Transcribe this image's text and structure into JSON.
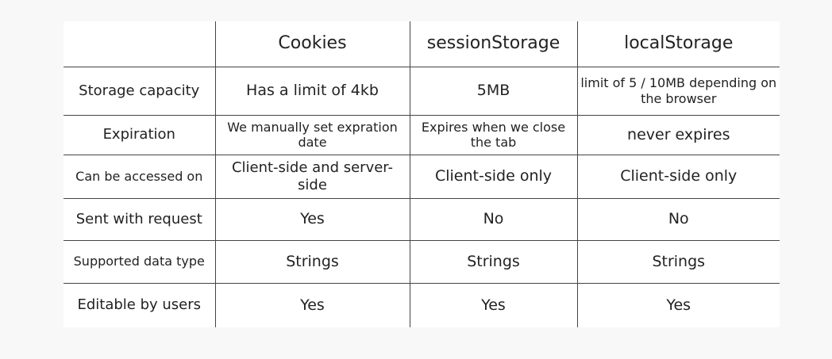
{
  "headers": [
    "",
    "Cookies",
    "sessionStorage",
    "localStorage"
  ],
  "rows": [
    {
      "label": "Storage capacity",
      "cells": [
        "Has a limit of 4kb",
        "5MB",
        "limit of 5 / 10MB depending on the browser"
      ]
    },
    {
      "label": "Expiration",
      "cells": [
        "We manually set expration date",
        "Expires  when we close the tab",
        "never expires"
      ]
    },
    {
      "label": "Can be accessed on",
      "cells": [
        "Client-side and server-side",
        "Client-side only",
        "Client-side only"
      ]
    },
    {
      "label": "Sent with request",
      "cells": [
        "Yes",
        "No",
        "No"
      ]
    },
    {
      "label": "Supported data type",
      "cells": [
        "Strings",
        "Strings",
        "Strings"
      ]
    },
    {
      "label": "Editable by users",
      "cells": [
        "Yes",
        "Yes",
        "Yes"
      ]
    }
  ]
}
